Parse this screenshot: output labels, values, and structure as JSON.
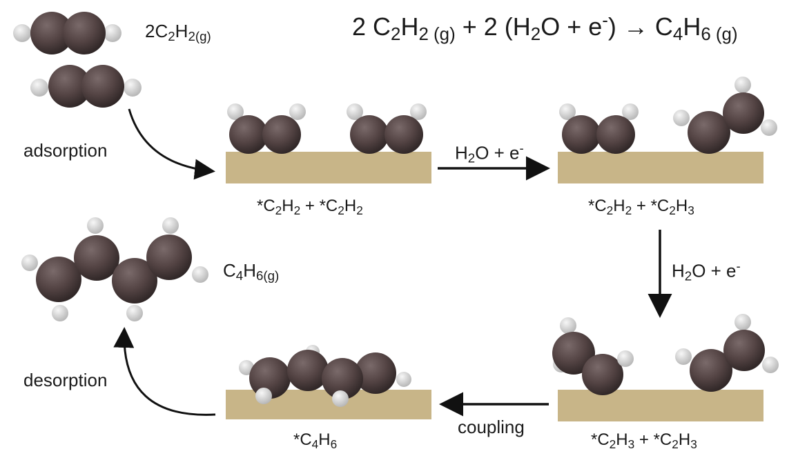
{
  "equation": {
    "a": "2 C",
    "s1": "2",
    "b": "H",
    "s2": "2 (g)",
    "c": " + 2 (H",
    "s3": "2",
    "d": "O + e",
    "sup": "-",
    "e": ") → C",
    "s4": "4",
    "f": "H",
    "s5": "6 (g)"
  },
  "gas_reactant": {
    "a": "2C",
    "s1": "2",
    "b": "H",
    "s2": "2(g)"
  },
  "gas_product": {
    "a": "C",
    "s1": "4",
    "b": "H",
    "s2": "6(g)"
  },
  "steps": {
    "adsorption": "adsorption",
    "desorption": "desorption",
    "coupling": "coupling"
  },
  "reagent": {
    "a": "H",
    "s1": "2",
    "b": "O + e",
    "sup": "-"
  },
  "species": {
    "s1": {
      "a": "*C",
      "s1": "2",
      "b": "H",
      "s2": "2",
      "c": " + *C",
      "s3": "2",
      "d": "H",
      "s4": "2"
    },
    "s2": {
      "a": "*C",
      "s1": "2",
      "b": "H",
      "s2": "2",
      "c": " + *C",
      "s3": "2",
      "d": "H",
      "s4": "3"
    },
    "s3": {
      "a": "*C",
      "s1": "2",
      "b": "H",
      "s2": "3",
      "c": " + *C",
      "s3": "2",
      "d": "H",
      "s4": "3"
    },
    "s4": {
      "a": "*C",
      "s1": "4",
      "b": "H",
      "s2": "6"
    }
  },
  "colors": {
    "carbon": "#544444",
    "hydrogen": "#d4d4d4",
    "surface": "#c8b588",
    "arrow": "#111111"
  }
}
